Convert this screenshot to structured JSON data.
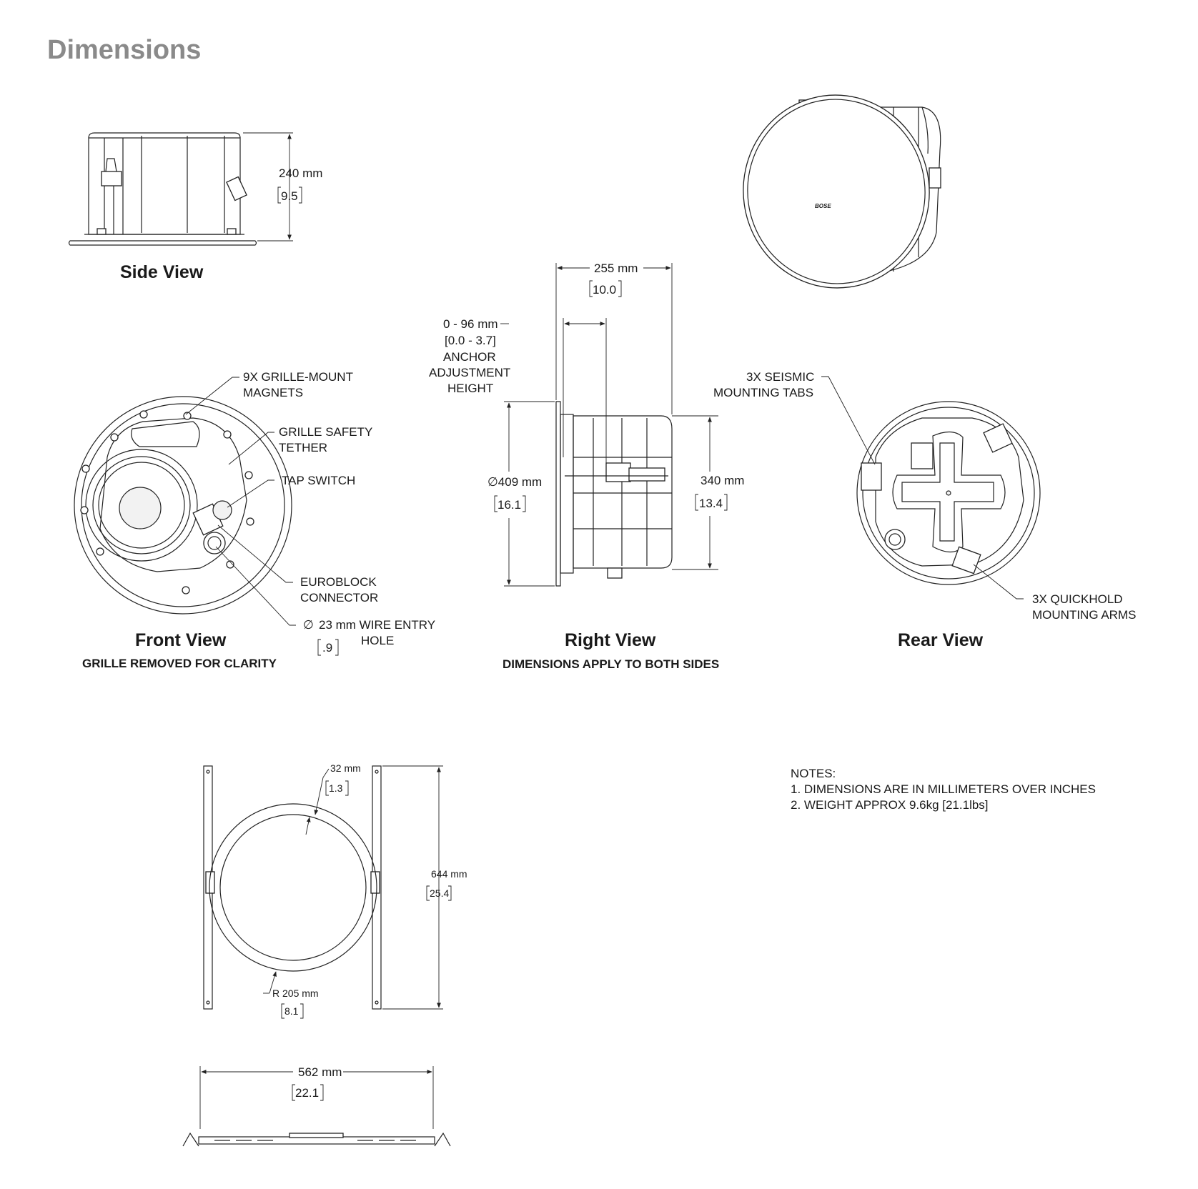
{
  "title": "Dimensions",
  "side_view": {
    "title": "Side View",
    "height_mm": "240 mm",
    "height_in": "9.5"
  },
  "front_view": {
    "title": "Front View",
    "subtitle": "GRILLE REMOVED FOR CLARITY",
    "callout_magnets_1": "9X GRILLE-MOUNT",
    "callout_magnets_2": "MAGNETS",
    "callout_tether_1": "GRILLE SAFETY",
    "callout_tether_2": "TETHER",
    "callout_tap": "TAP SWITCH",
    "callout_euro_1": "EUROBLOCK",
    "callout_euro_2": "CONNECTOR",
    "wire_hole_symbol": "∅",
    "wire_hole_1": "23 mm WIRE ENTRY",
    "wire_hole_2": "HOLE",
    "wire_hole_in": ".9"
  },
  "right_view": {
    "title": "Right View",
    "subtitle": "DIMENSIONS APPLY TO BOTH SIDES",
    "depth_mm": "255 mm",
    "depth_in": "10.0",
    "anchor_mm": "0 - 96 mm",
    "anchor_in": "[0.0 - 3.7]",
    "anchor_1": "ANCHOR",
    "anchor_2": "ADJUSTMENT",
    "anchor_3": "HEIGHT",
    "dia_mm": "∅409 mm",
    "dia_in": "16.1",
    "body_mm": "340 mm",
    "body_in": "13.4"
  },
  "rear_view": {
    "title": "Rear View",
    "seismic_1": "3X SEISMIC",
    "seismic_2": "MOUNTING TABS",
    "quickhold_1": "3X QUICKHOLD",
    "quickhold_2": "MOUNTING ARMS"
  },
  "bracket": {
    "ring_mm": "32 mm",
    "ring_in": "1.3",
    "length_mm": "644 mm",
    "length_in": "25.4",
    "radius_mm": "R 205 mm",
    "radius_in": "8.1",
    "width_mm": "562 mm",
    "width_in": "22.1"
  },
  "notes": {
    "heading": "NOTES:",
    "items": [
      "1. DIMENSIONS ARE IN MILLIMETERS OVER INCHES",
      "2. WEIGHT APPROX 9.6kg [21.1lbs]"
    ]
  },
  "logo_text": "BOSE",
  "colors": {
    "title": "#8a8a8a",
    "ink": "#1a1a1a",
    "background": "#ffffff"
  }
}
